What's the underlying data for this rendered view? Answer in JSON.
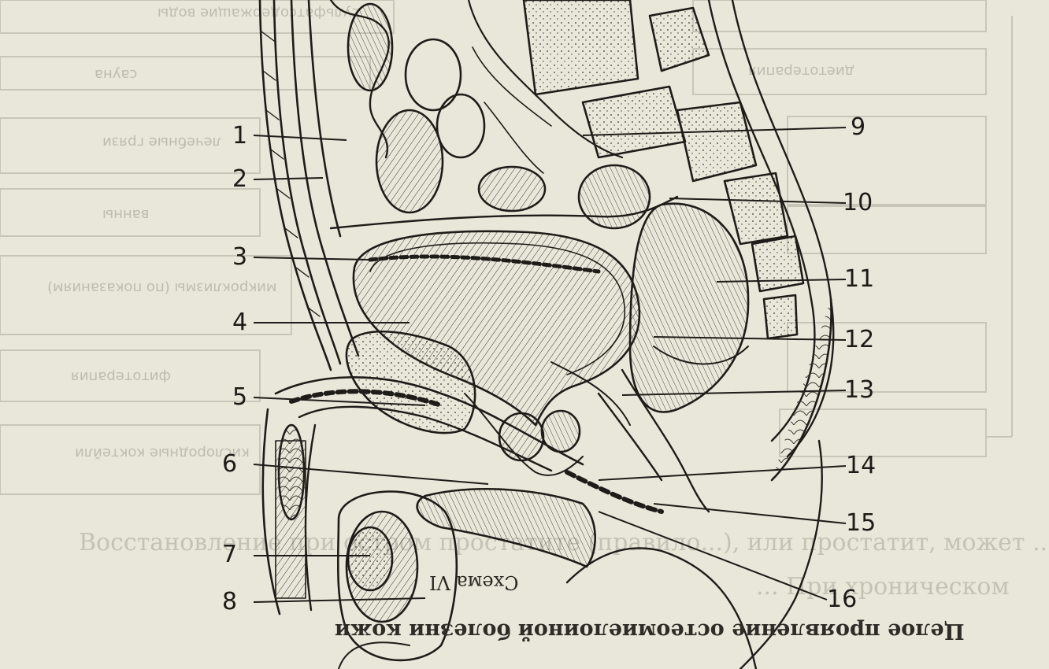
{
  "labels": {
    "left": [
      "1",
      "2",
      "3",
      "4",
      "5",
      "6",
      "7",
      "8"
    ],
    "right": [
      "9",
      "10",
      "11",
      "12",
      "13",
      "14",
      "15",
      "16"
    ]
  },
  "caption": "Схема VI",
  "reverse_title": "Целое проявление остеомиелоиной болезни кожи",
  "bleed_through_boxes": [
    "сульфатсодержащие воды",
    "сауна",
    "диетотерапия",
    "лечебные грязи",
    "микроклизмы (по показаниям)",
    "ванны",
    "фитотерапия",
    "кислородные коктейли"
  ],
  "bleed_through_text": [
    "Восстановление при остром простатите (правило...), или простатит, может ...",
    "... При хроническом"
  ],
  "colors": {
    "paper": "#e9e6da",
    "ink": "#1e1c18",
    "ghost": "#a7a497"
  }
}
